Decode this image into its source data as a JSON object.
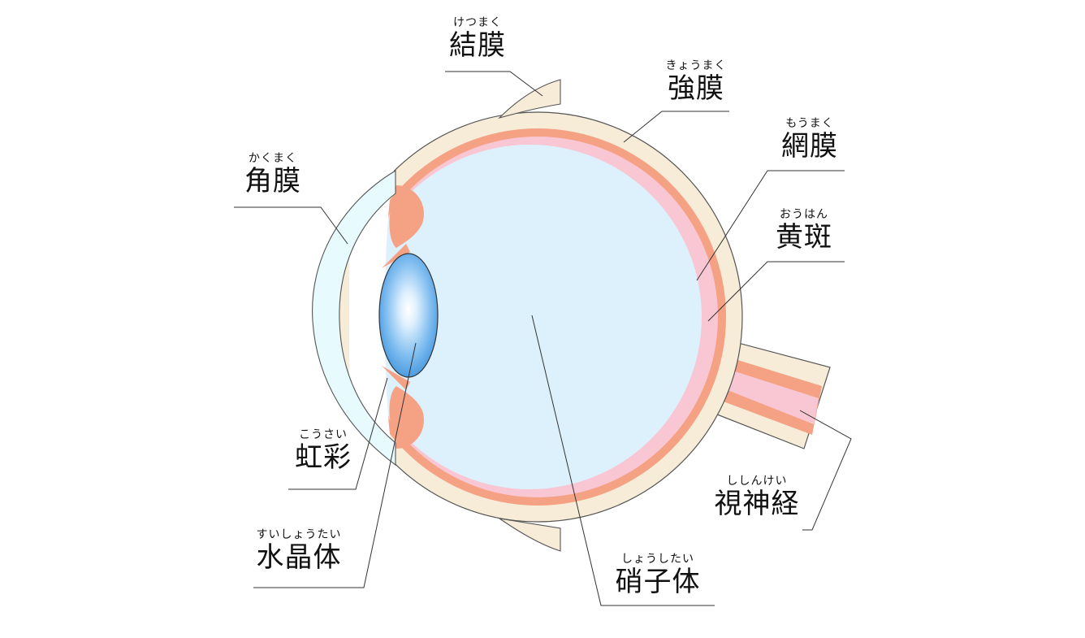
{
  "labels": {
    "ketsumaku": {
      "ruby": "けつまく",
      "name": "結膜"
    },
    "kyoumaku": {
      "ruby": "きょうまく",
      "name": "強膜"
    },
    "moumaku": {
      "ruby": "もうまく",
      "name": "網膜"
    },
    "ouhan": {
      "ruby": "おうはん",
      "name": "黄斑"
    },
    "kakumaku": {
      "ruby": "かくまく",
      "name": "角膜"
    },
    "kousai": {
      "ruby": "こうさい",
      "name": "虹彩"
    },
    "suishoutai": {
      "ruby": "すいしょうたい",
      "name": "水晶体"
    },
    "shoushitai": {
      "ruby": "しょうしたい",
      "name": "硝子体"
    },
    "shishinkei": {
      "ruby": "ししんけい",
      "name": "視神経"
    }
  },
  "colors": {
    "sclera": "#f7ecd8",
    "choroid": "#f4a184",
    "retina": "#f9c6d3",
    "vitreous": "#ddf1fc",
    "cornea": "#e7fafd",
    "lens": "#5fa9e8",
    "outline": "#555555"
  }
}
